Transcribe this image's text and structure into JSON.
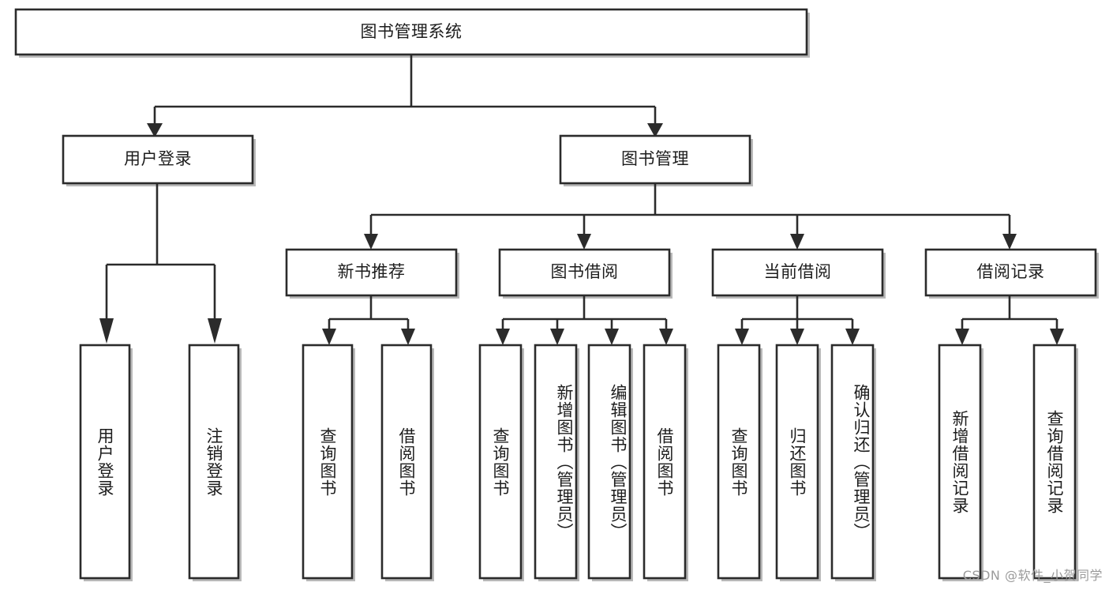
{
  "diagram": {
    "type": "tree-hierarchy-chart",
    "title": "图书管理系统",
    "colors": {
      "box_stroke": "#2b2b2b",
      "box_fill": "#ffffff",
      "connector": "#2b2b2b",
      "background": "#ffffff",
      "watermark": "#9b9b9b"
    },
    "levels": {
      "root": {
        "label": "图书管理系统"
      },
      "level2": [
        {
          "label": "用户登录"
        },
        {
          "label": "图书管理"
        }
      ],
      "level3": [
        {
          "label": "新书推荐"
        },
        {
          "label": "图书借阅"
        },
        {
          "label": "当前借阅"
        },
        {
          "label": "借阅记录"
        }
      ],
      "leaves": {
        "user_login_children": [
          {
            "label": "用户登录"
          },
          {
            "label": "注销登录"
          }
        ],
        "new_book_children": [
          {
            "label": "查询图书"
          },
          {
            "label": "借阅图书"
          }
        ],
        "book_borrow_children": [
          {
            "label": "查询图书"
          },
          {
            "label": "新增图书（管理员）"
          },
          {
            "label": "编辑图书（管理员）"
          },
          {
            "label": "借阅图书"
          }
        ],
        "current_borrow_children": [
          {
            "label": "查询图书"
          },
          {
            "label": "归还图书"
          },
          {
            "label": "确认归还（管理员）"
          }
        ],
        "borrow_record_children": [
          {
            "label": "新增借阅记录"
          },
          {
            "label": "查询借阅记录"
          }
        ]
      }
    },
    "watermark": "CSDN @软件_小贺同学"
  }
}
